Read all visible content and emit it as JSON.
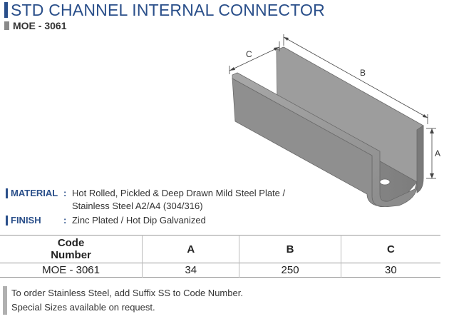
{
  "header": {
    "title": "STD CHANNEL INTERNAL CONNECTOR",
    "code": "MOE - 3061"
  },
  "diagram": {
    "labels": {
      "a": "A",
      "b": "B",
      "c": "C"
    }
  },
  "specs": [
    {
      "label": "MATERIAL",
      "colon": ":",
      "lines": [
        "Hot Rolled, Pickled & Deep Drawn Mild Steel Plate /",
        "Stainless Steel A2/A4 (304/316)"
      ]
    },
    {
      "label": "FINISH",
      "colon": ":",
      "lines": [
        "Zinc Plated / Hot Dip Galvanized"
      ]
    }
  ],
  "table": {
    "headers": [
      "Code\nNumber",
      "A",
      "B",
      "C"
    ],
    "header_code_line1": "Code",
    "header_code_line2": "Number",
    "rows": [
      [
        "MOE - 3061",
        "34",
        "250",
        "30"
      ]
    ]
  },
  "notes": [
    "To order Stainless Steel, add Suffix SS to Code Number.",
    "Special Sizes available on request."
  ],
  "colors": {
    "accent": "#2a4f8a",
    "part": "#8c8c8c"
  }
}
